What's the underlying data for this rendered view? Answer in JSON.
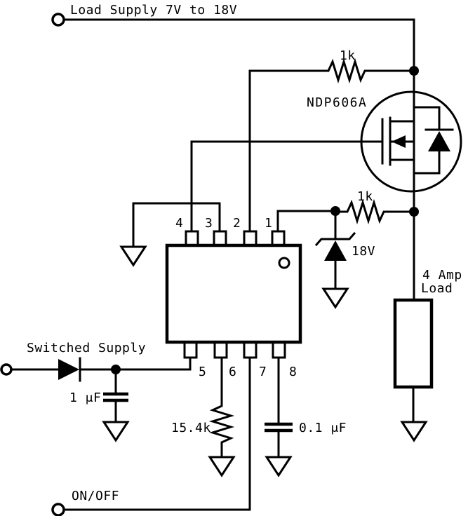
{
  "schematic": {
    "colors": {
      "ink": "#000000",
      "paper": "#ffffff"
    },
    "labels": {
      "load_supply": "Load Supply 7V to 18V",
      "switched_supply": "Switched Supply",
      "on_off": "ON/OFF",
      "mosfet_part": "NDP606A",
      "resistor_top": "1k",
      "resistor_mid": "1k",
      "resistor_bottom": "15.4k",
      "cap_input": "1 μF",
      "cap_filter": "0.1 μF",
      "zener_voltage": "18V",
      "load_line1": "4 Amp",
      "load_line2": "Load"
    },
    "ic_pins_top": [
      "4",
      "3",
      "2",
      "1"
    ],
    "ic_pins_bottom": [
      "5",
      "6",
      "7",
      "8"
    ]
  }
}
